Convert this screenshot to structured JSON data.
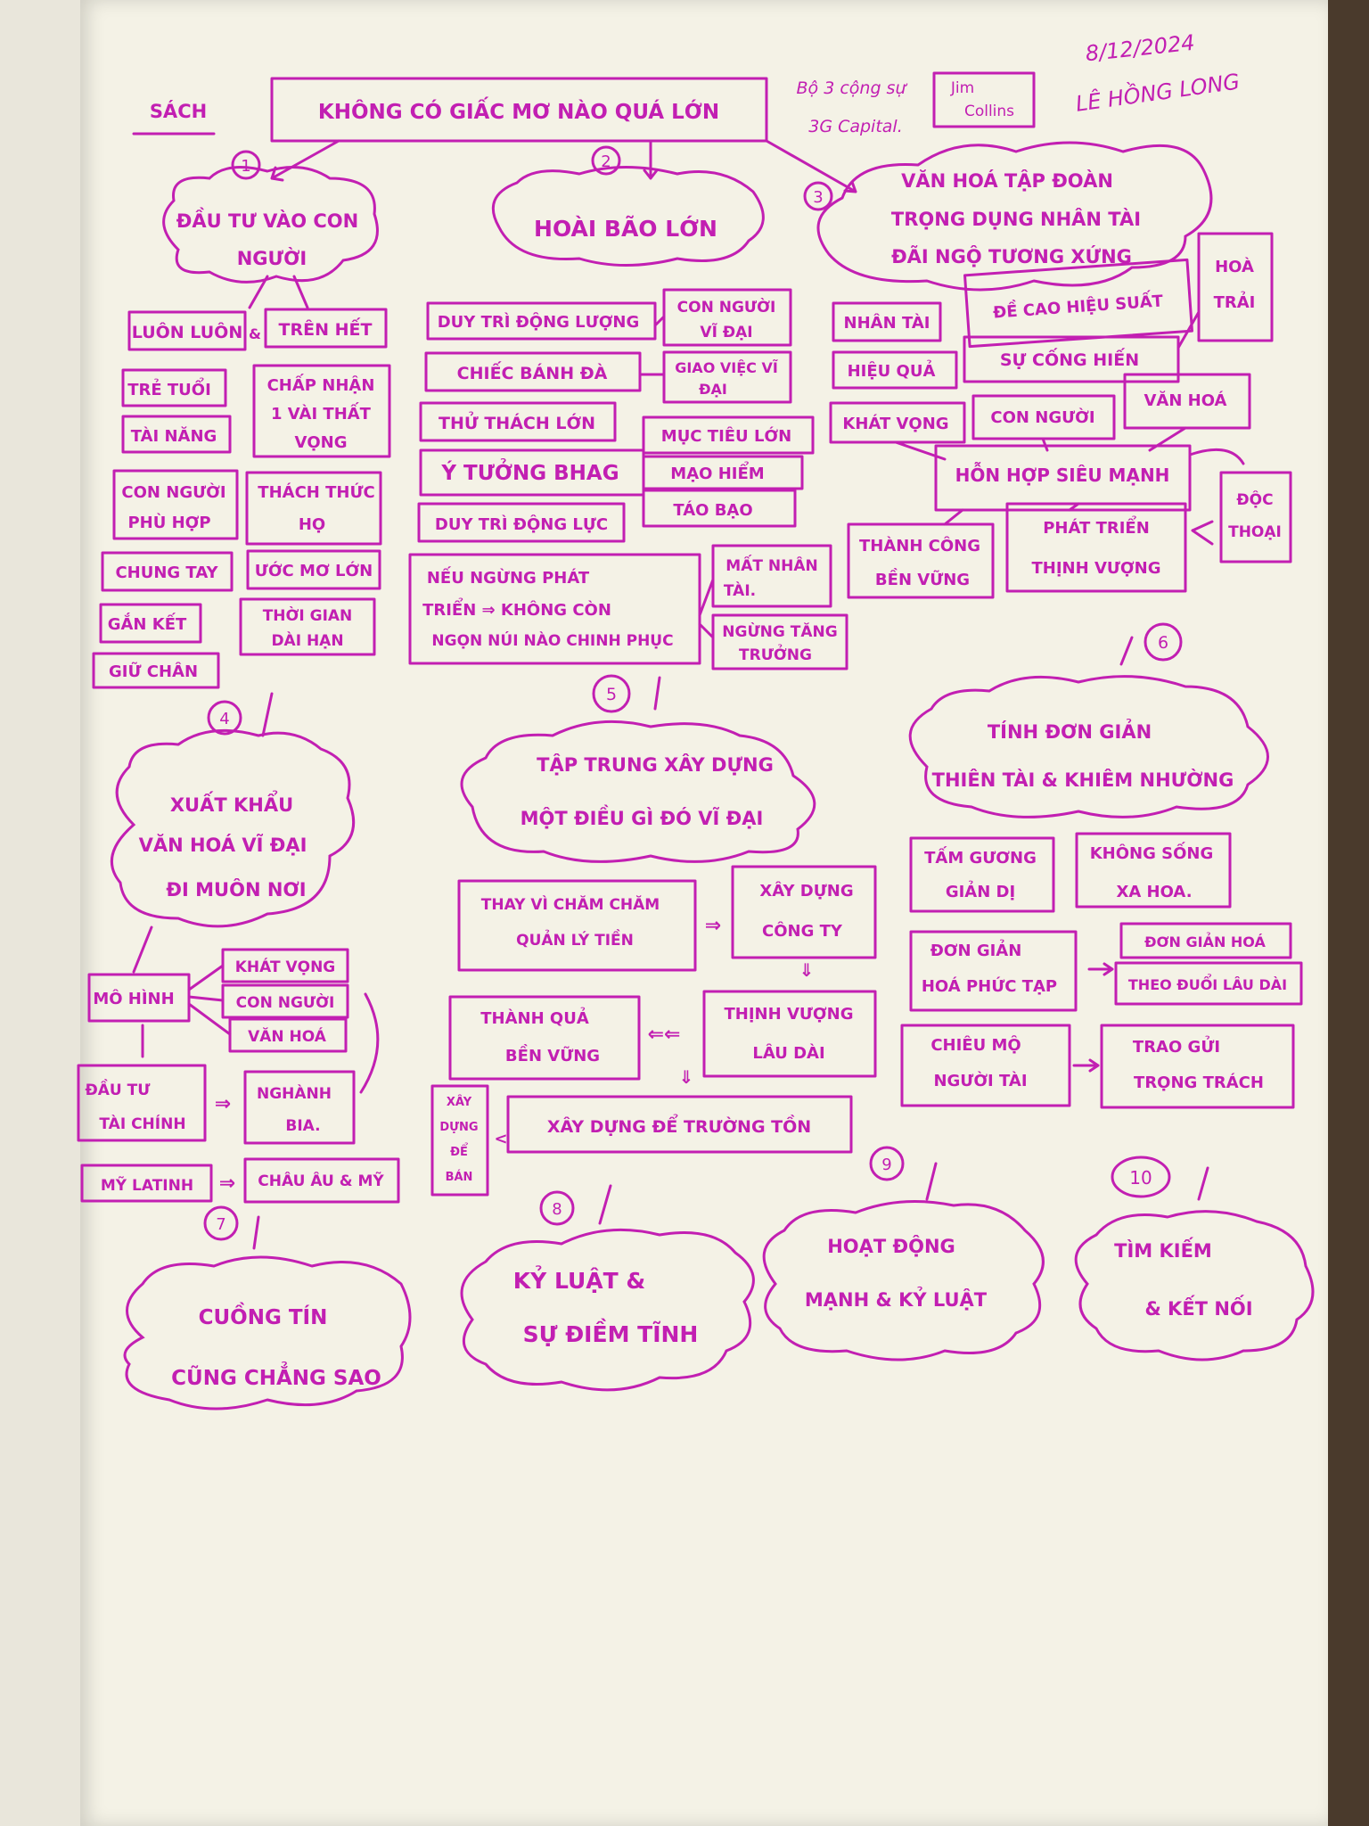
{
  "header": {
    "label": "SÁCH",
    "title": "KHÔNG CÓ GIẤC MƠ NÀO QUÁ LỚN",
    "authors_line1": "Bộ 3 cộng sự",
    "authors_line2": "3G Capital.",
    "author_box_line1": "Jim",
    "author_box_line2": "Collins",
    "date": "8/12/2024",
    "note_author": "LÊ HỒNG LONG"
  },
  "sections": {
    "s1": {
      "num": "1",
      "cloud_line1": "ĐẦU TƯ VÀO CON",
      "cloud_line2": "NGƯỜI",
      "items": [
        "LUÔN LUÔN",
        "TRÊN HẾT",
        "TRẺ TUỔI",
        "TÀI NĂNG",
        "CHẤP NHẬN",
        "1 VÀI THẤT",
        "VỌNG",
        "CON NGƯỜI",
        "PHÙ HỢP",
        "THÁCH THỨC",
        "HỌ",
        "CHUNG TAY",
        "ƯỚC MƠ LỚN",
        "GẮN KẾT",
        "THỜI GIAN",
        "DÀI HẠN",
        "GIỮ CHÂN"
      ]
    },
    "s2": {
      "num": "2",
      "cloud": "HOÀI BÃO LỚN",
      "items": [
        "DUY TRÌ ĐỘNG LƯỢNG",
        "CON NGƯỜI",
        "VĨ ĐẠI",
        "CHIẾC BÁNH ĐÀ",
        "GIAO VIỆC VĨ",
        "ĐẠI",
        "THỬ THÁCH LỚN",
        "Ý TƯỞNG BHAG",
        "MỤC TIÊU LỚN",
        "MẠO HIỂM",
        "TÁO BẠO",
        "DUY TRÌ ĐỘNG LỰC",
        "NẾU NGỪNG PHÁT",
        "TRIỂN ⇒ KHÔNG CÒN",
        "NGỌN NÚI NÀO CHINH PHỤC",
        "MẤT NHÂN",
        "TÀI.",
        "NGỪNG TĂNG",
        "TRƯỞNG"
      ]
    },
    "s3": {
      "num": "3",
      "cloud_line1": "VĂN HOÁ TẬP ĐOÀN",
      "cloud_line2": "TRỌNG DỤNG NHÂN TÀI",
      "cloud_line3": "ĐÃI NGỘ TƯƠNG XỨNG",
      "items": [
        "NHÂN TÀI",
        "ĐỀ CAO HIỆU SUẤT",
        "HOÀ",
        "TRẢI",
        "HIỆU QUẢ",
        "SỰ CỐNG HIẾN",
        "KHÁT VỌNG",
        "CON NGƯỜI",
        "VĂN HOÁ",
        "HỖN HỢP SIÊU MẠNH",
        "ĐỘC",
        "THOẠI",
        "THÀNH CÔNG",
        "BỀN VỮNG",
        "PHÁT TRIỂN",
        "THỊNH VƯỢNG"
      ]
    },
    "s4": {
      "num": "4",
      "cloud_line1": "XUẤT KHẨU",
      "cloud_line2": "VĂN HOÁ VĨ ĐẠI",
      "cloud_line3": "ĐI MUÔN NƠI",
      "items": [
        "MÔ HÌNH",
        "KHÁT VỌNG",
        "CON NGƯỜI",
        "VĂN HOÁ",
        "ĐẦU TƯ",
        "TÀI CHÍNH",
        "NGHÀNH",
        "BIA.",
        "MỸ LATINH",
        "CHÂU ÂU & MỸ"
      ]
    },
    "s5": {
      "num": "5",
      "cloud_line1": "TẬP TRUNG XÂY DỰNG",
      "cloud_line2": "MỘT ĐIỀU GÌ ĐÓ VĨ ĐẠI",
      "items": [
        "THAY VÌ CHĂM CHĂM",
        "QUẢN LÝ TIỀN",
        "XÂY DỰNG",
        "CÔNG TY",
        "THÀNH QUẢ",
        "BỀN VỮNG",
        "THỊNH VƯỢNG",
        "LÂU DÀI",
        "XÂY",
        "DỰNG",
        "ĐỂ",
        "BÁN",
        "XÂY DỰNG ĐỂ TRƯỜNG TỒN"
      ]
    },
    "s6": {
      "num": "6",
      "cloud_line1": "TÍNH ĐƠN GIẢN",
      "cloud_line2": "THIÊN TÀI & KHIÊM NHƯỜNG",
      "items": [
        "TẤM GƯƠNG",
        "GIẢN DỊ",
        "KHÔNG SỐNG",
        "XA HOA.",
        "ĐƠN GIẢN",
        "HOÁ PHỨC TẠP",
        "ĐƠN GIẢN HOÁ",
        "THEO ĐUỔI LÂU DÀI",
        "CHIÊU MỘ",
        "NGƯỜI TÀI",
        "TRAO GỬI",
        "TRỌNG TRÁCH"
      ]
    },
    "s7": {
      "num": "7",
      "cloud_line1": "CUỒNG TÍN",
      "cloud_line2": "CŨNG CHẲNG SAO"
    },
    "s8": {
      "num": "8",
      "cloud_line1": "KỶ LUẬT &",
      "cloud_line2": "SỰ ĐIỀM TĨNH"
    },
    "s9": {
      "num": "9",
      "cloud_line1": "HOẠT ĐỘNG",
      "cloud_line2": "MẠNH & KỶ LUẬT"
    },
    "s10": {
      "num": "10",
      "cloud_line1": "TÌM KIẾM",
      "cloud_line2": "& KẾT NỐI"
    }
  },
  "colors": {
    "ink": "#c21fb2",
    "paper": "#f4f2e6",
    "desk": "#4a3a2c"
  }
}
